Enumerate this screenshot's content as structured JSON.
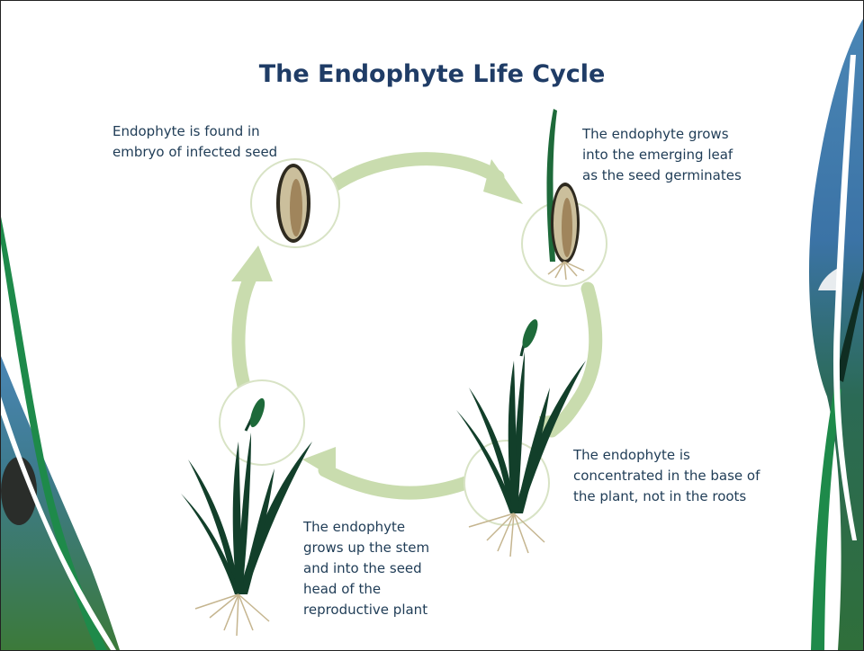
{
  "title": "The Endophyte Life Cycle",
  "captions": {
    "seed": "Endophyte is found in\nembryo of infected seed",
    "germinating": "The endophyte grows\ninto the emerging leaf\nas the seed germinates",
    "base": "The endophyte is\nconcentrated in the base of\nthe plant, not in the roots",
    "reproductive": "The endophyte\ngrows up the stem\nand into the seed\nhead of the\nreproductive plant"
  },
  "colors": {
    "title": "#1f3c66",
    "caption": "#1f3c56",
    "cycle_arrow": "#c9dcae",
    "stage_circle_stroke": "#d8e3c5",
    "leaf_dark": "#123f2a",
    "leaf_mid": "#1e6a3a",
    "seed_outer": "#2e2a1f",
    "seed_fill": "#cbbf9c",
    "seed_core": "#a0855c",
    "root": "#c5b58f",
    "border_green": "#1e8a4a"
  }
}
